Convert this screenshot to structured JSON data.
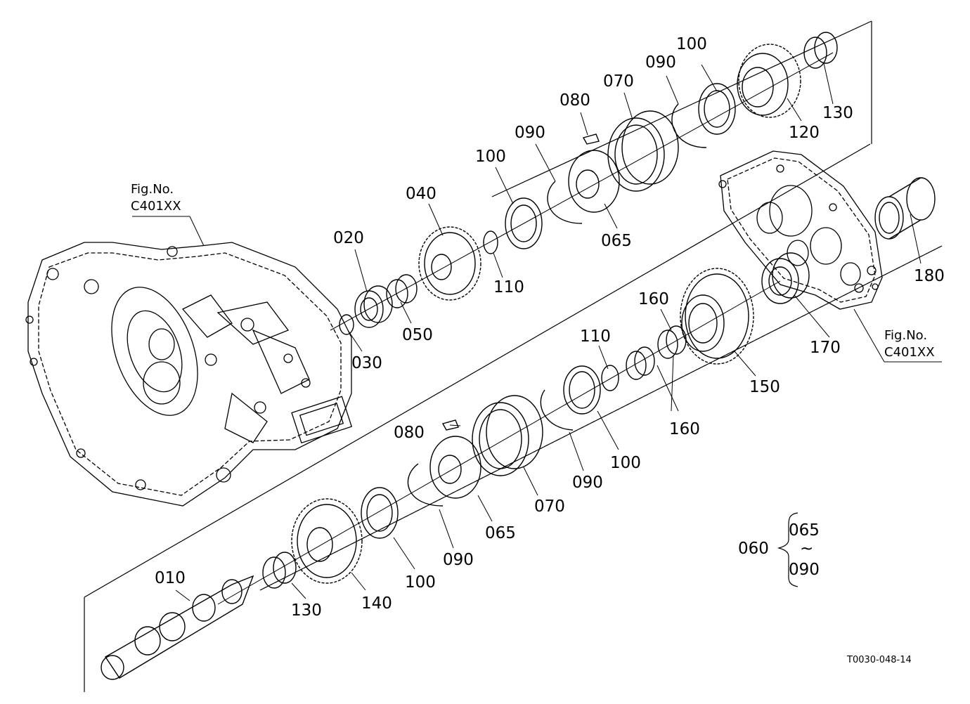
{
  "fig_refs": [
    {
      "line1": "Fig.No.",
      "line2": "C401XX"
    },
    {
      "line1": "Fig.No.",
      "line2": "C401XX"
    }
  ],
  "part_labels": [
    "010",
    "020",
    "030",
    "040",
    "050",
    "065",
    "070",
    "080",
    "090",
    "100",
    "110",
    "120",
    "130",
    "140",
    "150",
    "160",
    "170",
    "180",
    "060"
  ],
  "callouts": {
    "p100_top": "100",
    "p090_top1": "090",
    "p070_top": "070",
    "p080_top": "080",
    "p090_top2": "090",
    "p100_top2": "100",
    "p040": "040",
    "p020": "020",
    "p110_top": "110",
    "p065_top": "065",
    "p050": "050",
    "p030": "030",
    "p130_top": "130",
    "p120": "120",
    "p180": "180",
    "p170": "170",
    "p160_a": "160",
    "p110_mid": "110",
    "p150": "150",
    "p160_b": "160",
    "p080_bot": "080",
    "p100_mid": "100",
    "p090_mid": "090",
    "p070_bot": "070",
    "p065_bot": "065",
    "p090_bot": "090",
    "p100_bot": "100",
    "p140": "140",
    "p130_bot": "130",
    "p010": "010"
  },
  "legend": {
    "assembly": "060",
    "from": "065",
    "tilde": "~",
    "to": "090"
  },
  "drawing_id": "T0030-048-14"
}
